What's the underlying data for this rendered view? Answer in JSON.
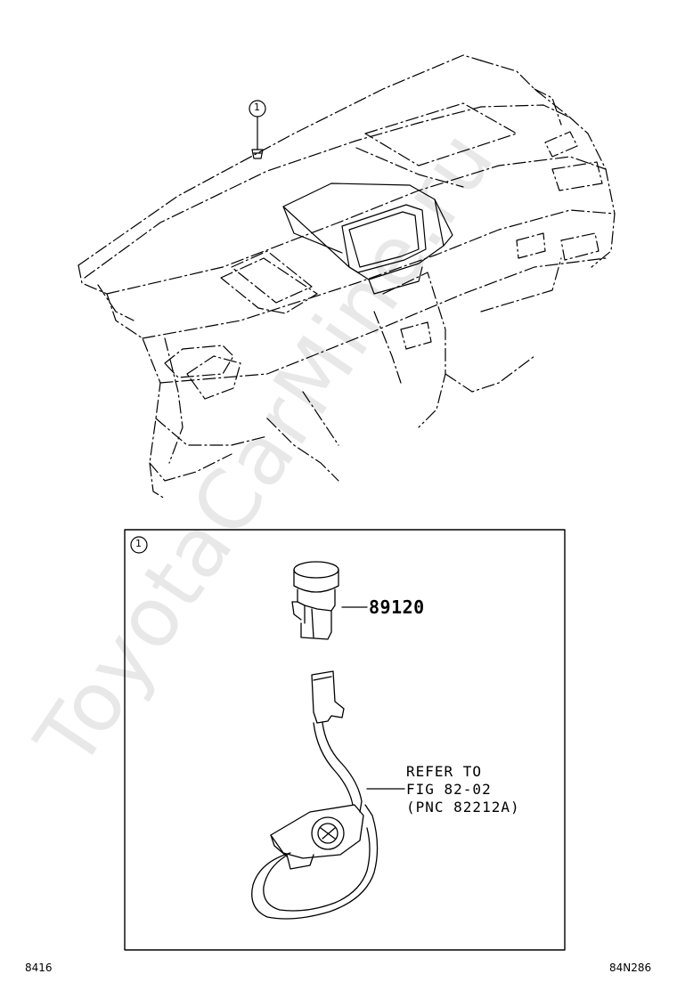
{
  "callout_marker": "1",
  "detail_box": {
    "callout_marker": "1",
    "part_number": "89120",
    "reference_note": {
      "line1": "REFER TO",
      "line2": "FIG 82-02",
      "line3": "(PNC 82212A)"
    }
  },
  "footer": {
    "left_code": "8416",
    "right_code": "84N286"
  },
  "watermark": "ToyotaCarMine.ru"
}
